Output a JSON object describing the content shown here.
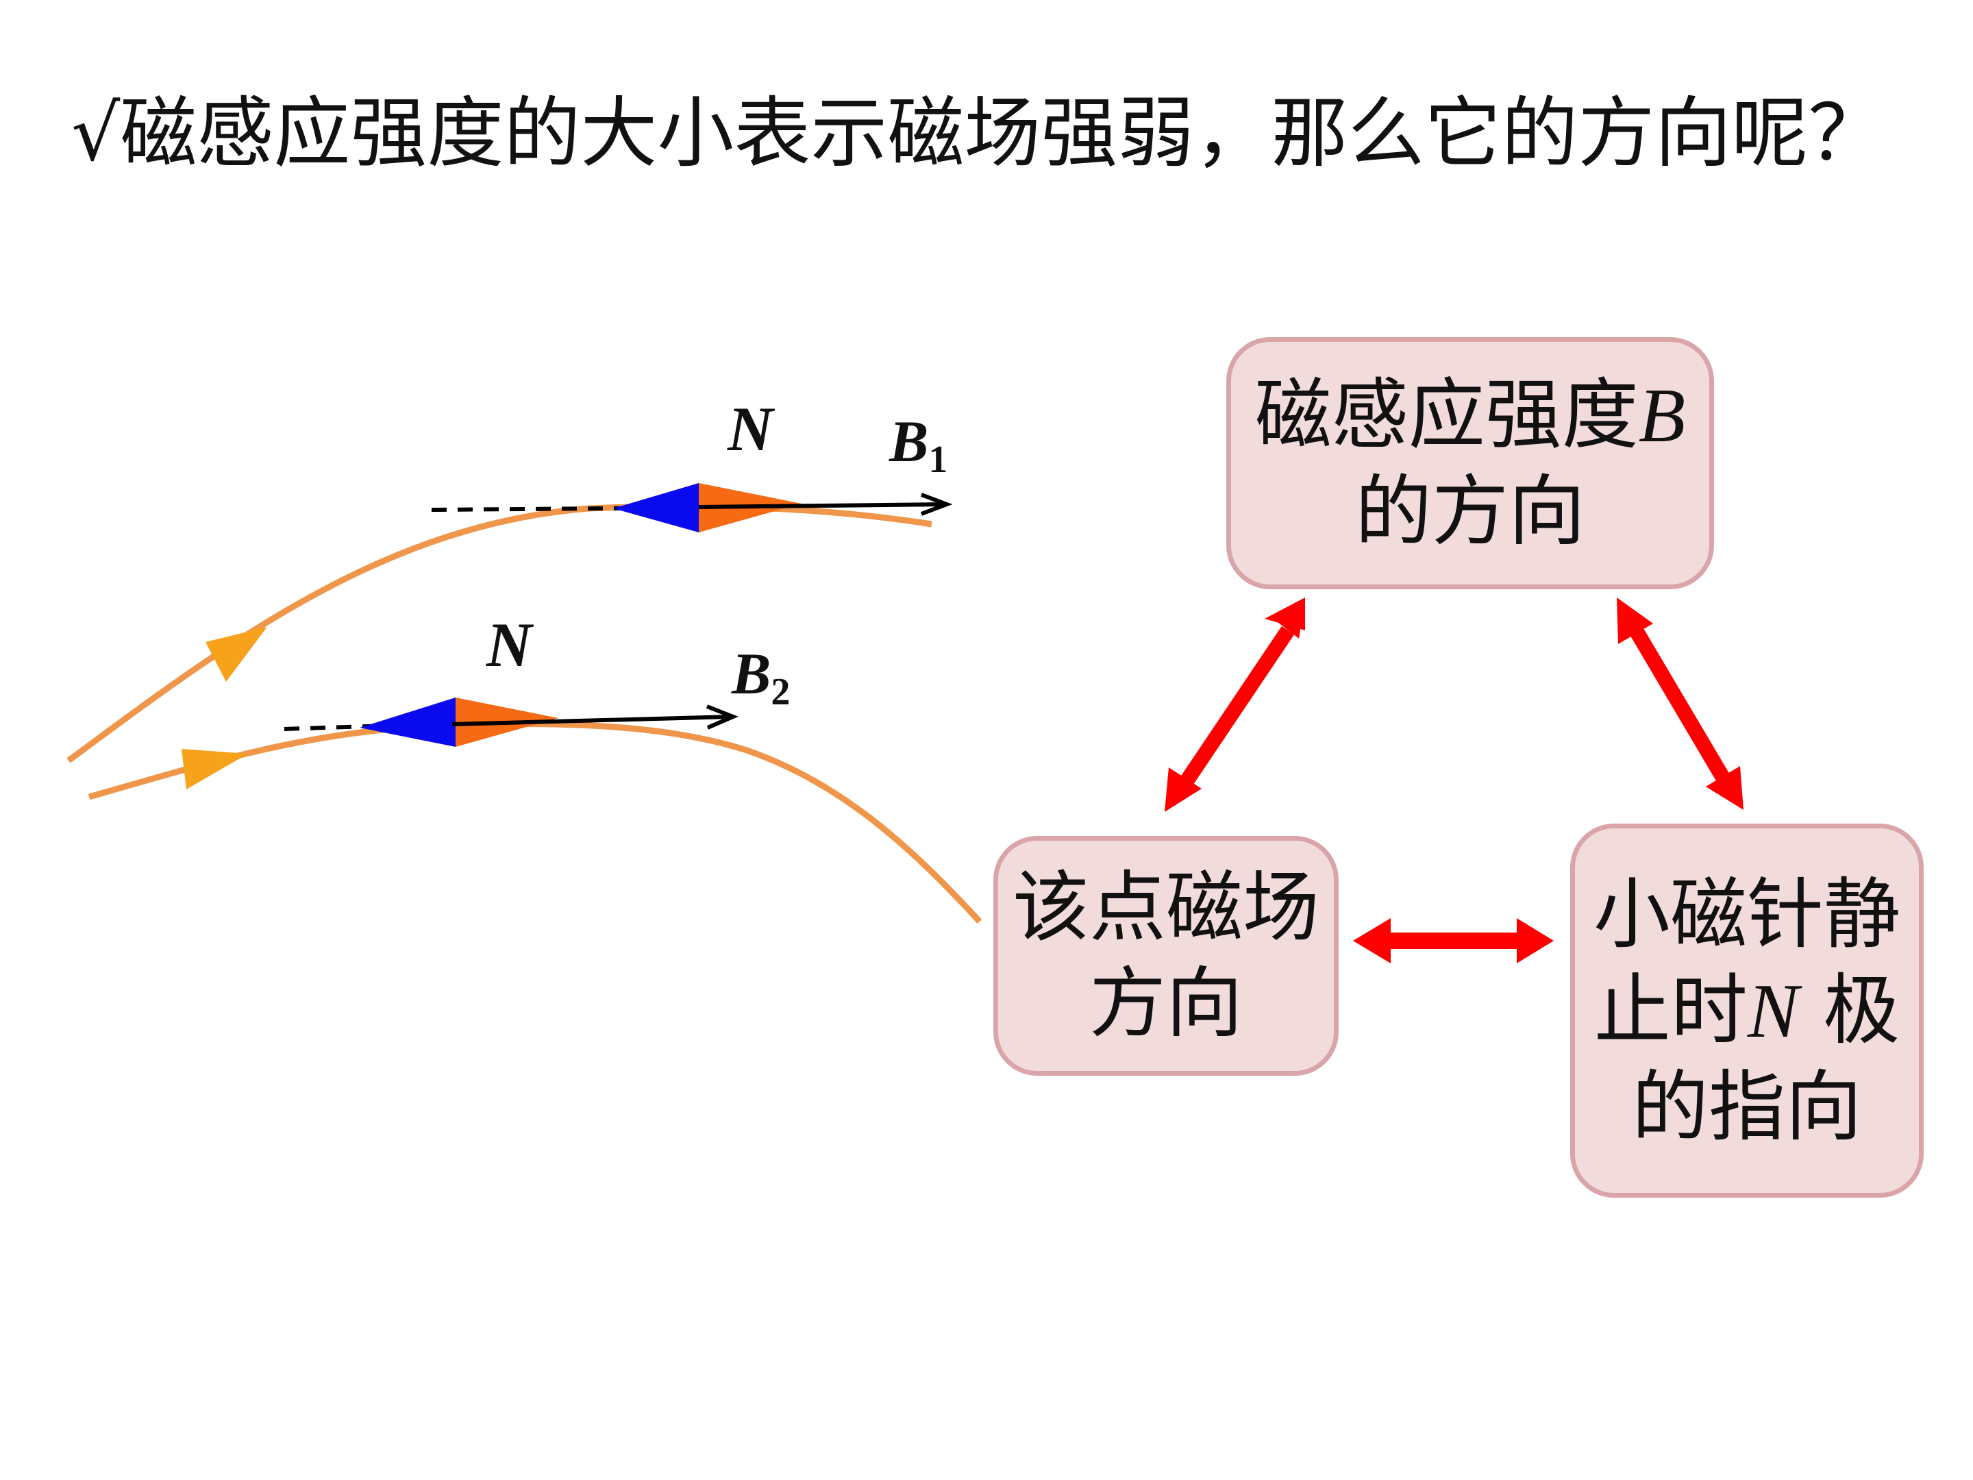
{
  "title": "√磁感应强度的大小表示磁场强弱，那么它的方向呢？",
  "field_lines": {
    "upper": {
      "pole_label": "N",
      "vector_label_letter": "B",
      "vector_label_subscript": "1"
    },
    "lower": {
      "pole_label": "N",
      "vector_label_letter": "B",
      "vector_label_subscript": "2"
    }
  },
  "boxes": {
    "b_direction": {
      "line1_text": "磁感应强度",
      "line1_symbol": "B",
      "line2": "的方向"
    },
    "field_direction": {
      "line1": "该点磁场",
      "line2": "方向"
    },
    "needle_direction": {
      "line1": "小磁针静",
      "line2_text": "止时",
      "line2_symbol": "N",
      "line2_tail": " 极",
      "line3": "的指向"
    }
  },
  "colors": {
    "field_line": "#f0964a",
    "field_arrow": "#f7a21b",
    "needle_north": "#0a0aee",
    "needle_south": "#f56a12",
    "vector": "#000000",
    "double_arrow": "#ff0000",
    "box_fill": "#f2dcdb",
    "box_border": "#d9a5a8"
  }
}
